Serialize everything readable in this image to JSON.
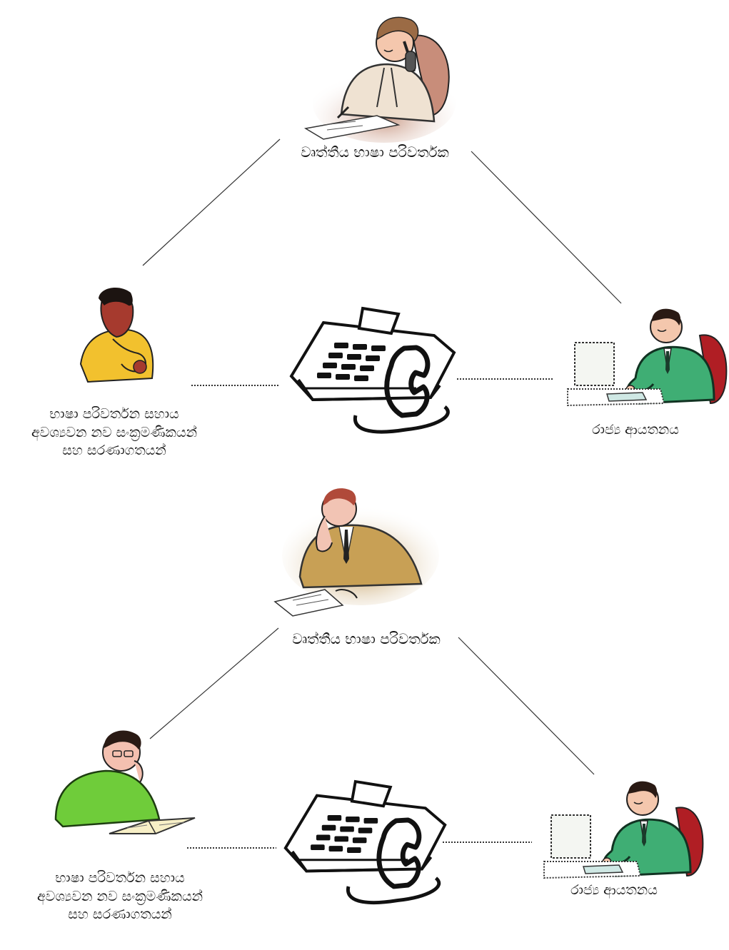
{
  "diagrams": [
    {
      "interpreter": {
        "label": "වෘත්තීය භාෂා පරිවර්තක",
        "icon": "interpreter-woman-on-phone"
      },
      "client": {
        "label_lines": [
          "භාෂා පරිවර්තන සහාය",
          "අවශ්‍යවන නව සංක්‍රමණිකයන්",
          "සහ සරණාගතයන්"
        ],
        "icon": "migrant-woman"
      },
      "agency": {
        "label": "රාජ්‍ය ආයතනය",
        "icon": "officer-at-desk"
      },
      "phone_icon": "desk-telephone-icon"
    },
    {
      "interpreter": {
        "label": "වෘත්තීය භාෂා පරිවර්තක",
        "icon": "interpreter-man-on-phone"
      },
      "client": {
        "label_lines": [
          "භාෂා පරිවර්තන සහාය",
          "අවශ්‍යවන නව සංක්‍රමණිකයන්",
          "සහ සරණාගතයන්"
        ],
        "icon": "migrant-man-reading"
      },
      "agency": {
        "label": "රාජ්‍ය ආයතනය",
        "icon": "officer-at-desk"
      },
      "phone_icon": "desk-telephone-icon"
    }
  ],
  "colors": {
    "line": "#333333",
    "interpreter_top_jacket": "#efe2d2",
    "interpreter_bottom_jacket": "#c8a055",
    "client_top_shirt": "#f2c12e",
    "client_top_skin": "#a63a2e",
    "client_bottom_shirt": "#6fcc3a",
    "agency_jacket": "#3fae74",
    "agency_chair": "#b01e24",
    "skin": "#f4c7ad"
  }
}
